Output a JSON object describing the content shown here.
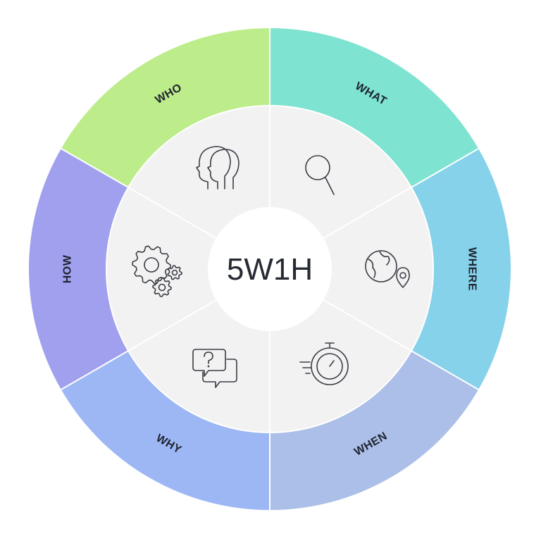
{
  "diagram": {
    "center_title": "5W1H",
    "segments": [
      {
        "key": "who",
        "label": "WHO",
        "color": "#bdec8b",
        "icon": "people-heads-icon"
      },
      {
        "key": "what",
        "label": "WHAT",
        "color": "#7ee3d0",
        "icon": "magnifier-icon"
      },
      {
        "key": "where",
        "label": "WHERE",
        "color": "#86d2ea",
        "icon": "globe-pin-icon"
      },
      {
        "key": "when",
        "label": "WHEN",
        "color": "#acbfe8",
        "icon": "stopwatch-icon"
      },
      {
        "key": "why",
        "label": "WHY",
        "color": "#9db7f5",
        "icon": "question-bubbles-icon"
      },
      {
        "key": "how",
        "label": "HOW",
        "color": "#a1a0ef",
        "icon": "gears-icon"
      }
    ],
    "inner_fill": "#f2f2f3",
    "center_fill": "#ffffff",
    "label_color": "#1f2430",
    "icon_color": "#3a3d44"
  }
}
